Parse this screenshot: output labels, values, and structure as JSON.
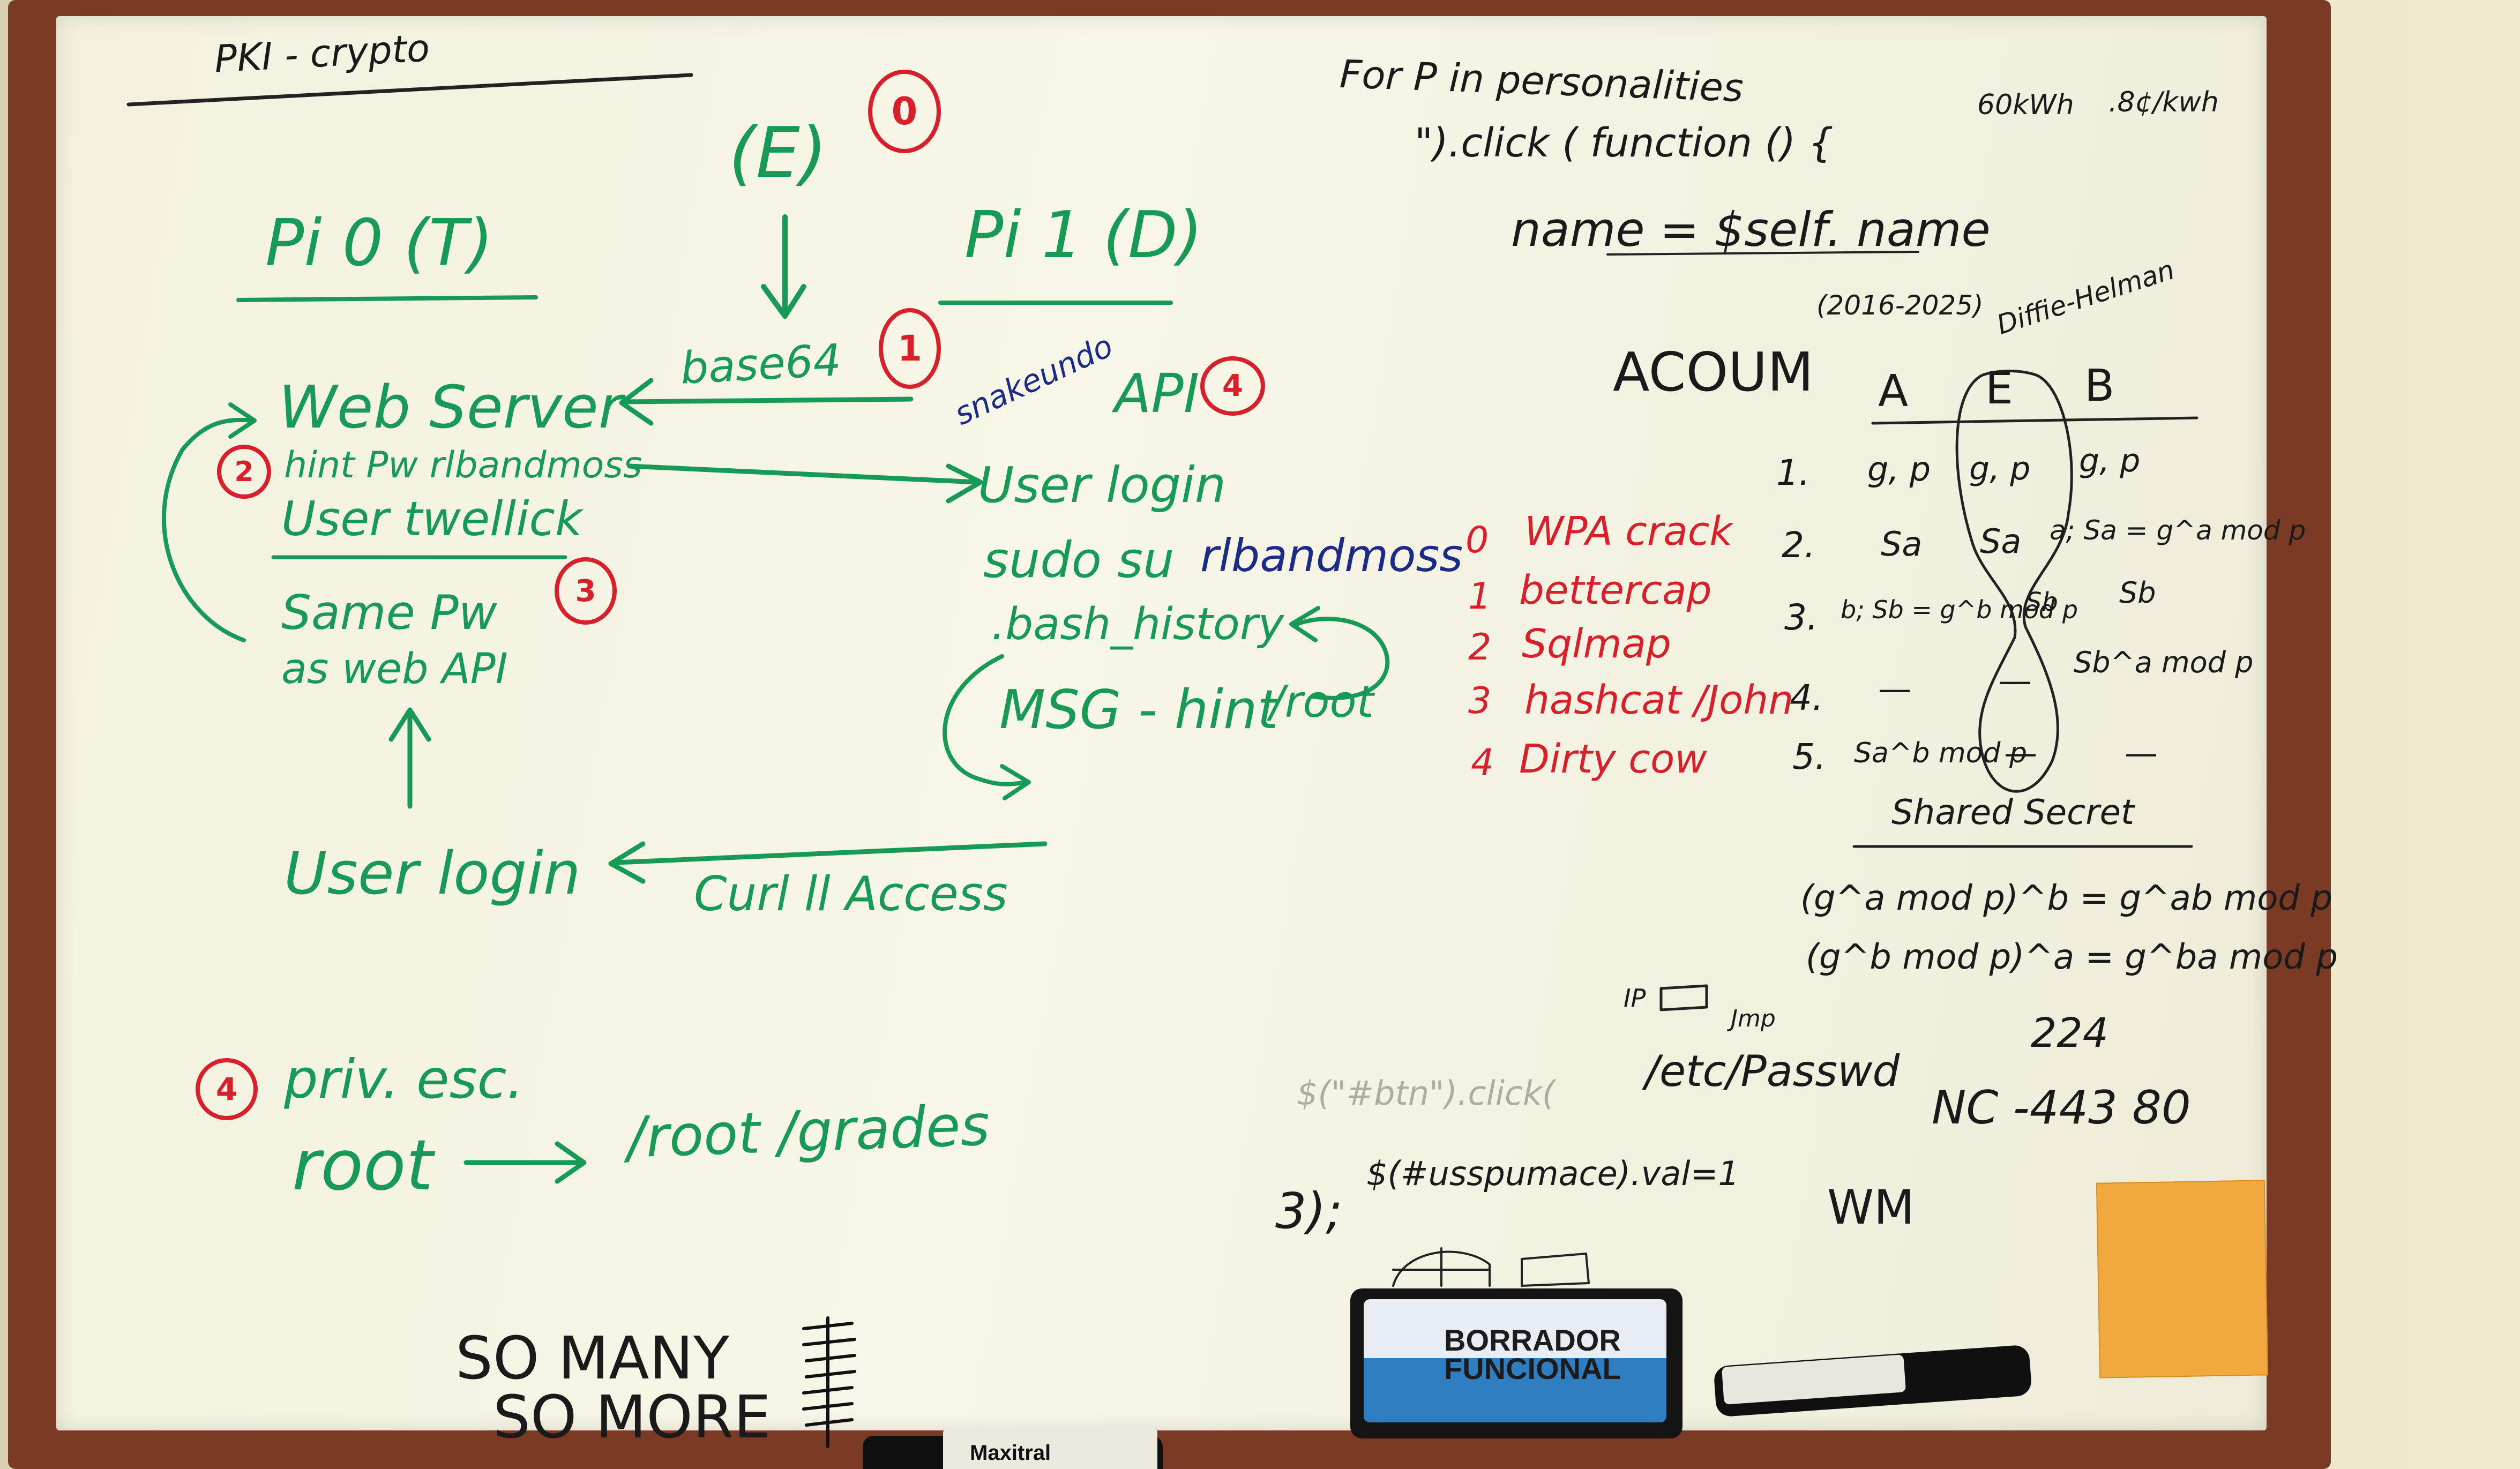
{
  "scene": "whiteboard",
  "title": "PKI - crypto",
  "left": {
    "e_label": "(E)",
    "circle_0": "0",
    "pi0": "Pi 0 (T)",
    "pi1": "Pi 1 (D)",
    "web_server": "Web Server",
    "circle_2": "2",
    "hint": "hint Pw rlbandmoss",
    "user": "User twellick",
    "same_pw": "Same Pw",
    "as_web": "as web API",
    "circle_3": "3",
    "user_login": "User login",
    "curl": "Curl ll Access",
    "circle_4": "4",
    "priv_esc": "priv. esc.",
    "root": "root",
    "root_path": "/root /grades",
    "base64": "base64",
    "circle_1": "1",
    "snakeundo": "snakeundo",
    "api": "API",
    "circle_api": "4",
    "user_login2": "User login",
    "sudo": "sudo su",
    "sudo_user": "rlbandmoss",
    "bash_history": ".bash_history",
    "msg_hint": "MSG - hint",
    "root2": "/root",
    "so_many": "SO MANY",
    "so_more": "SO MORE"
  },
  "tools": [
    {
      "num": "0",
      "name": "WPA crack"
    },
    {
      "num": "1",
      "name": "bettercap"
    },
    {
      "num": "2",
      "name": "Sqlmap"
    },
    {
      "num": "3",
      "name": "hashcat /John"
    },
    {
      "num": "4",
      "name": "Dirty cow"
    }
  ],
  "right": {
    "personalities": "For P in personalities",
    "click_fn": "\").click ( function () {",
    "name_line": "name = $self. name",
    "kwh1": "60kWh",
    "kwh2": ".8¢/kwh",
    "years": "(2016-2025)",
    "dh_title": "Diffie-Helman",
    "acoum": "ACOUM",
    "headers": [
      "A",
      "E",
      "B"
    ],
    "rows": [
      {
        "n": "1.",
        "a": "g, p",
        "e": "g, p",
        "b": "g, p"
      },
      {
        "n": "2.",
        "a": "Sa",
        "e": "Sa",
        "b": "a; Sa = g^a mod p"
      },
      {
        "n": "3.",
        "a": "b; Sb = g^b mod p",
        "e": "Sb",
        "b": "Sb"
      },
      {
        "n": "4.",
        "a": "—",
        "e": "—",
        "b": "Sb^a mod p"
      },
      {
        "n": "5.",
        "a": "Sa^b mod p",
        "e": "—",
        "b": "—"
      }
    ],
    "shared": "Shared Secret",
    "eq1": "(g^a mod p)^b = g^ab mod p",
    "eq2": "(g^b mod p)^a = g^ba mod p",
    "ip": "IP",
    "jmp": "Jmp",
    "num224": "224",
    "passwd": "/etc/Passwd",
    "nc": "NC -443 80",
    "click2": "$(\"#btn\").click(",
    "dollar_line": "$(#usspumace).val=1",
    "three": "3);",
    "wm": "WM"
  },
  "eraser": {
    "title": "BORRADOR FUNCIONAL"
  },
  "marker": {
    "brand": "Maxitral"
  }
}
